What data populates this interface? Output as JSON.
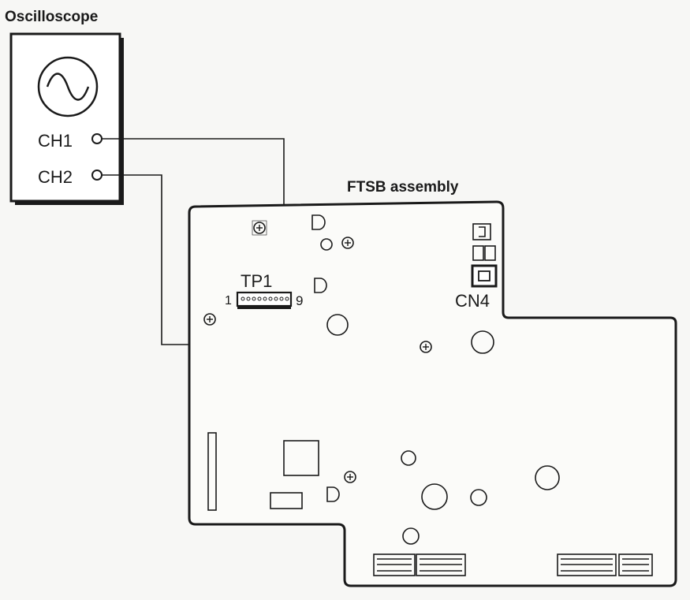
{
  "labels": {
    "oscilloscope": "Oscilloscope",
    "ch1": "CH1",
    "ch2": "CH2",
    "board": "FTSB assembly",
    "tp1": "TP1",
    "tp1_pin_first": "1",
    "tp1_pin_last": "9",
    "cn4": "CN4"
  },
  "icons": {
    "sine": "sine-wave-icon",
    "variable_resistor": "trimmer-potentiometer-icon"
  },
  "colors": {
    "ink": "#1a1a1a",
    "background": "#f7f7f5"
  }
}
